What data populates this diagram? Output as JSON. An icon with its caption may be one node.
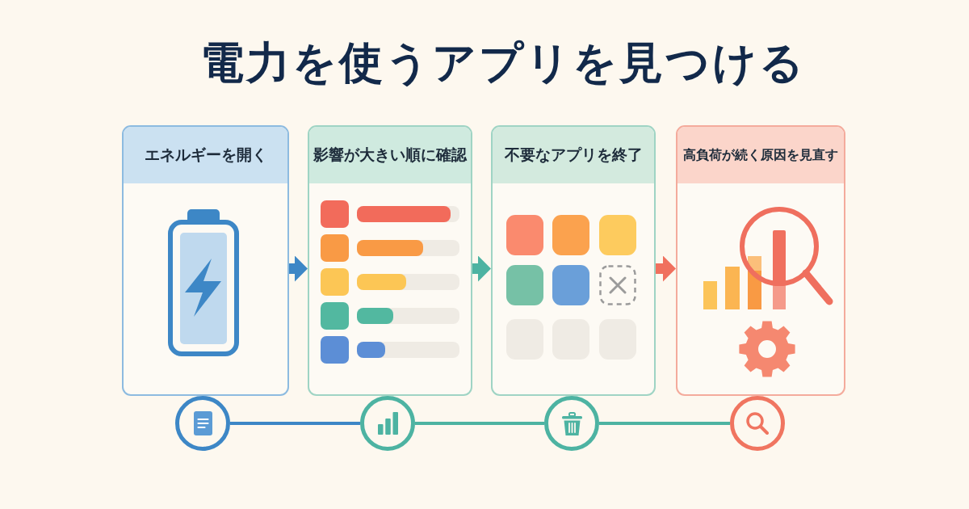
{
  "diagram": {
    "title": "電力を使うアプリを見つける",
    "nodes": [
      {
        "text": [
          "エネルギーを開く"
        ]
      },
      {
        "text": [
          "影響が大きい順に確認"
        ]
      },
      {
        "text": [
          "不要なアプリを終了"
        ]
      },
      {
        "text": [
          "高負荷が続く原因を見直す"
        ]
      },
      {
        "text": [],
        "shape": "circle"
      },
      {
        "text": [],
        "shape": "circle"
      },
      {
        "text": [],
        "shape": "circle"
      },
      {
        "text": [],
        "shape": "circle"
      }
    ],
    "edges": [
      {
        "from": 0,
        "to": 1,
        "arrow": "to",
        "style": "thick",
        "color": "#3d87c6"
      },
      {
        "from": 1,
        "to": 2,
        "arrow": "to",
        "style": "thick"
      },
      {
        "from": 2,
        "to": 3,
        "arrow": "to",
        "style": "thick",
        "color": "#f0705e"
      },
      {
        "from": 4,
        "to": 5,
        "arrow": "none",
        "color": "#3d87c6"
      },
      {
        "from": 5,
        "to": 6,
        "arrow": "none"
      },
      {
        "from": 6,
        "to": 7,
        "arrow": "none"
      }
    ]
  }
}
